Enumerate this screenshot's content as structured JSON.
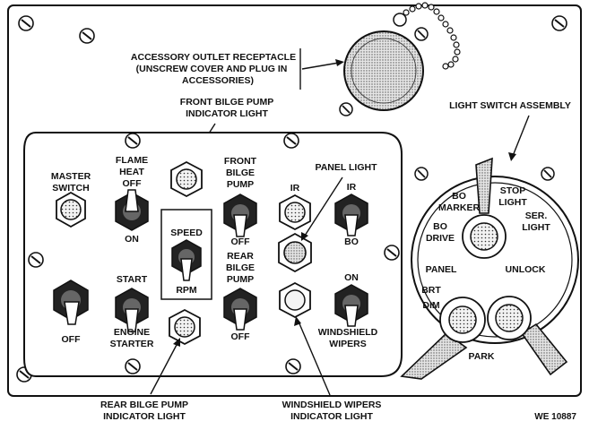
{
  "callouts": {
    "accessory_outlet": [
      "ACCESSORY OUTLET RECEPTACLE",
      "(UNSCREW COVER AND PLUG IN",
      "ACCESSORIES)"
    ],
    "front_bilge_light": [
      "FRONT BILGE PUMP",
      "INDICATOR LIGHT"
    ],
    "light_switch_assembly": "LIGHT SWITCH ASSEMBLY",
    "panel_light": "PANEL LIGHT",
    "rear_bilge_light": [
      "REAR BILGE PUMP",
      "INDICATOR LIGHT"
    ],
    "wiper_light": [
      "WINDSHIELD WIPERS",
      "INDICATOR LIGHT"
    ]
  },
  "panel": {
    "master_switch": [
      "MASTER",
      "SWITCH"
    ],
    "master_off": "OFF",
    "flame_heat": [
      "FLAME",
      "HEAT",
      "OFF"
    ],
    "flame_on": "ON",
    "engine_starter": [
      "START",
      "ENGINE",
      "STARTER"
    ],
    "speed": "SPEED",
    "rpm": "RPM",
    "front_bilge_pump": [
      "FRONT",
      "BILGE",
      "PUMP"
    ],
    "front_bilge_off": "OFF",
    "rear_bilge_pump": [
      "REAR",
      "BILGE",
      "PUMP"
    ],
    "rear_bilge_off": "OFF",
    "ir_left": "IR",
    "ir_right": "IR",
    "bo": "BO",
    "wipers_on": "ON",
    "windshield_wipers": [
      "WINDSHIELD",
      "WIPERS"
    ]
  },
  "light_switch": {
    "bo_marker": [
      "BO",
      "MARKER"
    ],
    "stop_light": [
      "STOP",
      "LIGHT"
    ],
    "ser_light": [
      "SER.",
      "LIGHT"
    ],
    "bo_drive": [
      "BO",
      "DRIVE"
    ],
    "panel": "PANEL",
    "unlock": "UNLOCK",
    "brt": "BRT",
    "dim": "DIM",
    "park": "PARK"
  },
  "figure_number": "WE 10887"
}
